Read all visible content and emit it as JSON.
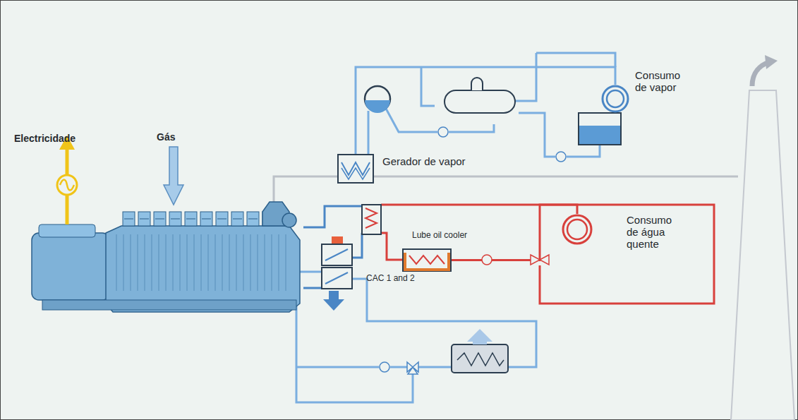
{
  "diagram": {
    "nodes": [
      {
        "text": [
          "Consumo de vapor"
        ]
      },
      {
        "text": [
          "Gerador de vapor"
        ]
      },
      {
        "text": [
          "Consumo de água quente"
        ]
      },
      {
        "text": [
          "Lube oil cooler"
        ]
      },
      {
        "text": [
          "CAC 1 and 2"
        ]
      }
    ],
    "edges": [
      {
        "from": 1,
        "to": 0,
        "arrow": "none"
      },
      {
        "from": 3,
        "to": 2,
        "arrow": "none"
      }
    ],
    "labels": [
      "Electricidade",
      "Gás"
    ]
  }
}
